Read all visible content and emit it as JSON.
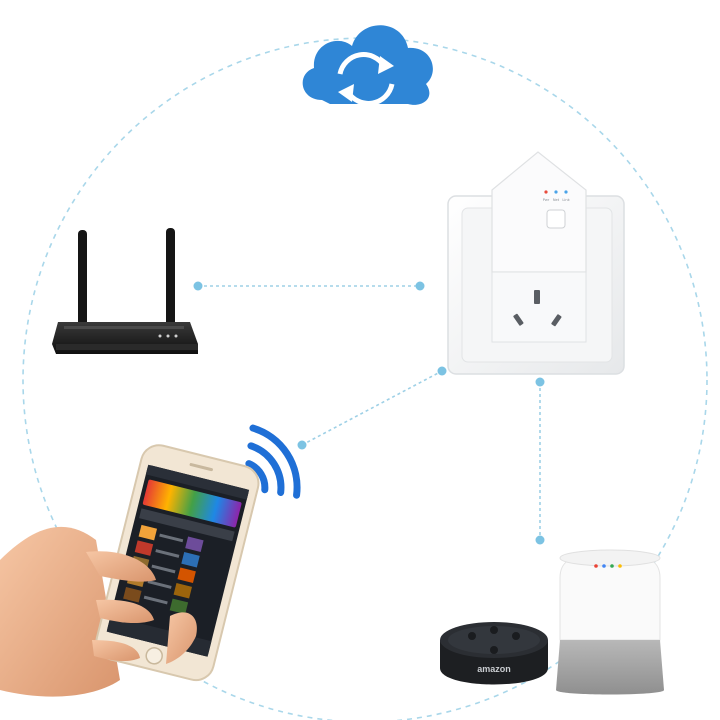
{
  "plug": {
    "indicator_labels": [
      "Pwr",
      "Net",
      "Link"
    ],
    "indicator_colors": [
      "#e84b3c",
      "#4aa3e8",
      "#4aa3e8"
    ]
  },
  "speaker": {
    "brand_text": "amazon"
  },
  "colors": {
    "cloud": "#2f86d6",
    "connector_line": "#9ed0e6",
    "connector_dot": "#7cc3e3",
    "wifi": "#1f6fd6"
  },
  "icons": {
    "cloud": "cloud-sync-icon",
    "wifi": "wifi-signal-icon"
  }
}
